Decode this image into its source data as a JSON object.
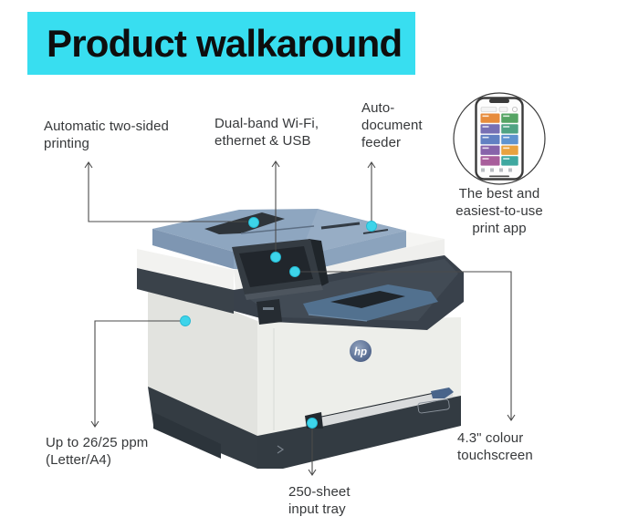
{
  "header": {
    "title": "Product walkaround"
  },
  "colors": {
    "banner": "#38DEF0",
    "title": "#0E0E0E",
    "text": "#36383A",
    "line": "#4B4B4B",
    "dot": "#3DD4EA"
  },
  "callouts": {
    "duplex": {
      "label": "Automatic two-sided\nprinting"
    },
    "wifi": {
      "label": "Dual-band Wi-Fi,\nethernet & USB"
    },
    "adf": {
      "label": "Auto-\ndocument\nfeeder"
    },
    "app": {
      "label": "The best and\neasiest-to-use\nprint app"
    },
    "ppm": {
      "label": "Up to 26/25 ppm\n(Letter/A4)"
    },
    "input_tray": {
      "label": "250-sheet\ninput tray"
    },
    "touchscreen": {
      "label": "4.3\" colour\ntouchscreen"
    }
  },
  "printer": {
    "logo": "hp"
  }
}
